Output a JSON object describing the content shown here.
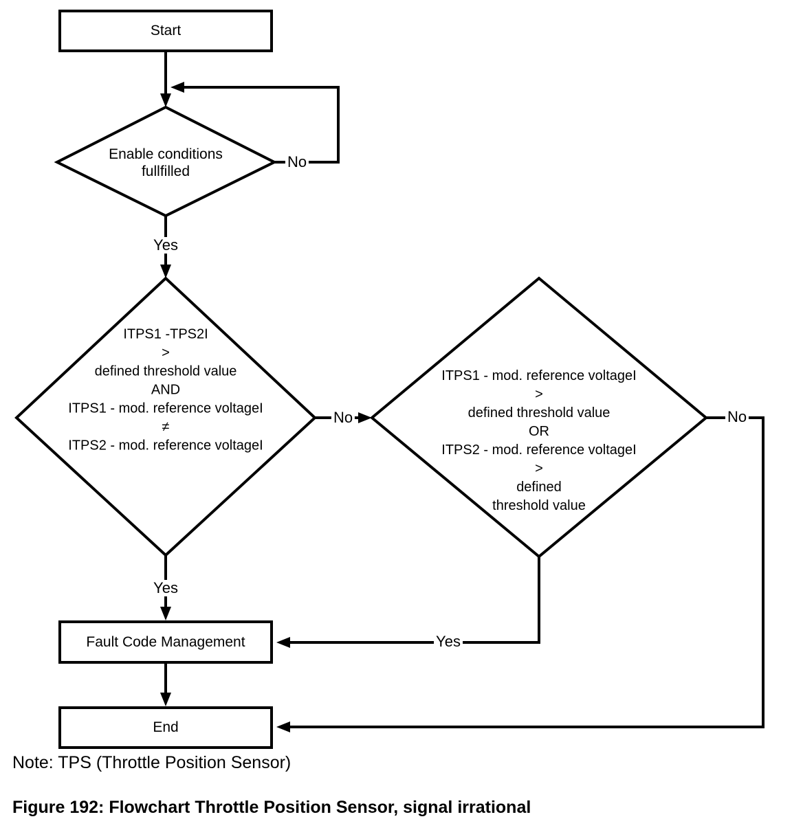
{
  "figure": {
    "note": "Note: TPS (Throttle Position Sensor)",
    "caption": "Figure 192: Flowchart Throttle Position Sensor, signal irrational"
  },
  "nodes": {
    "start": {
      "label": "Start"
    },
    "enable": {
      "lines": [
        "Enable conditions",
        "fullfilled"
      ]
    },
    "cond1": {
      "lines": [
        "ITPS1 -TPS2I",
        ">",
        "defined threshold value",
        "AND",
        "ITPS1 - mod. reference voltageI",
        "≠",
        "ITPS2 - mod. reference voltageI"
      ]
    },
    "cond2": {
      "lines": [
        "ITPS1 - mod. reference voltageI",
        ">",
        "defined threshold value",
        "OR",
        "ITPS2 - mod. reference voltageI",
        ">",
        "defined",
        "threshold value"
      ]
    },
    "fault": {
      "label": "Fault Code Management"
    },
    "end": {
      "label": "End"
    }
  },
  "edges": {
    "enable_no": "No",
    "enable_yes": "Yes",
    "cond1_no": "No",
    "cond1_yes": "Yes",
    "cond2_no": "No",
    "cond2_yes": "Yes"
  },
  "colors": {
    "line": "#000000",
    "background": "#ffffff"
  }
}
